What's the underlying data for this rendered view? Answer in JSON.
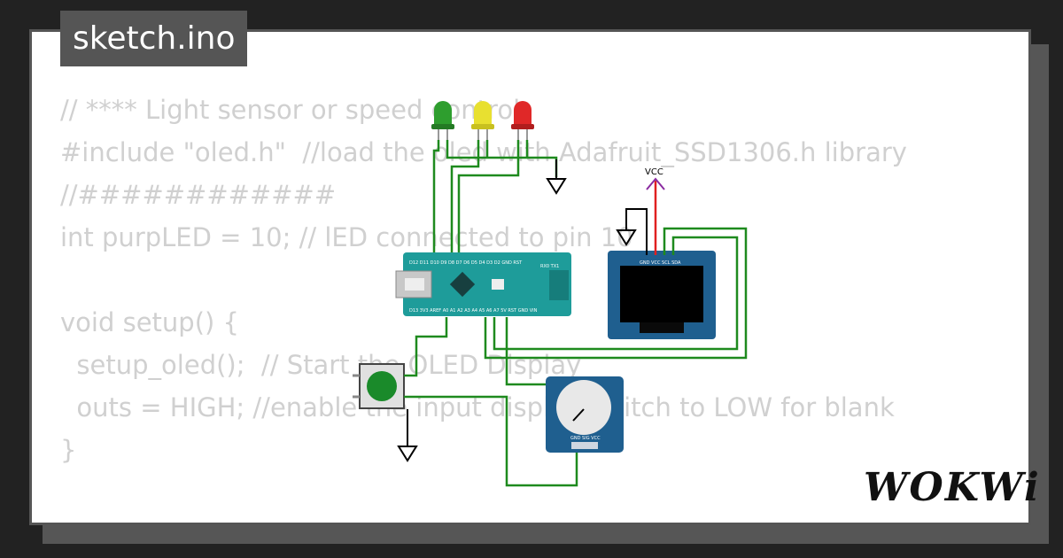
{
  "file": {
    "name": "sketch.ino"
  },
  "code_lines": [
    "// **** Light sensor or speed control",
    "#include \"oled.h\"  //load the oled with Adafruit_SSD1306.h library",
    "//############",
    "int purpLED = 10; // lED connected to pin 10",
    "",
    "void setup() {",
    "  setup_oled();  // Start the OLED Display",
    "  outs = HIGH; //enable the input display switch to LOW for blank",
    "}"
  ],
  "circuit": {
    "vcc_label": "VCC",
    "arduino": {
      "top_pins": "D12 D11 D10 D9 D8 D7 D6 D5 D4 D3 D2 GND RST",
      "bottom_pins": "D13 3V3 AREF A0 A1 A2 A3 A4 A5 A6 A7 5V RST GND VIN",
      "rx_tx": "RX0 TX1"
    },
    "oled": {
      "pins": "GND VCC SCL SDA"
    },
    "pot": {
      "pins": "GND SIG VCC"
    },
    "led_colors": [
      "#2e9e2e",
      "#e8e030",
      "#e02828"
    ]
  },
  "brand": {
    "logo": "WOKWi"
  }
}
